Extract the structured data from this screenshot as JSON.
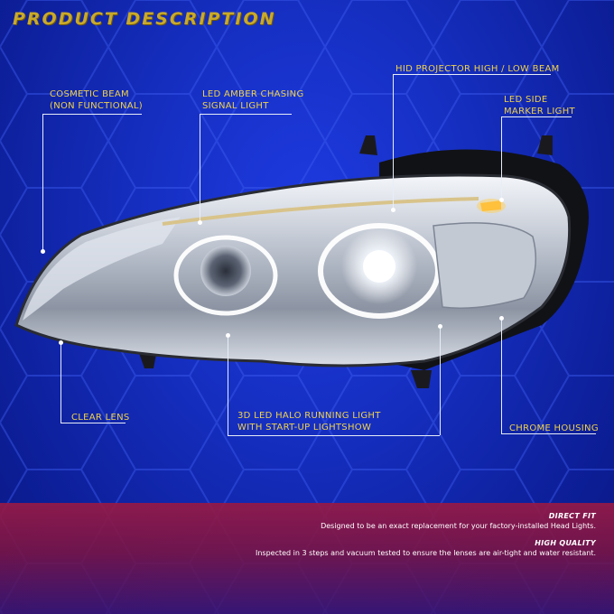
{
  "title": "PRODUCT DESCRIPTION",
  "callouts": {
    "cosmetic_beam": [
      "COSMETIC BEAM",
      "(NON FUNCTIONAL)"
    ],
    "led_amber": [
      "LED AMBER CHASING",
      "SIGNAL LIGHT"
    ],
    "hid_projector": [
      "HID PROJECTOR HIGH / LOW BEAM"
    ],
    "led_side_marker": [
      "LED SIDE",
      "MARKER LIGHT"
    ],
    "clear_lens": [
      "CLEAR LENS"
    ],
    "halo": [
      "3D LED HALO RUNNING LIGHT",
      "WITH START-UP LIGHTSHOW"
    ],
    "chrome_housing": [
      "CHROME HOUSING"
    ]
  },
  "features": {
    "direct_fit_title": "DIRECT FIT",
    "direct_fit_text": "Designed to be an exact replacement for your factory-installed Head Lights.",
    "quality_title": "HIGH QUALITY",
    "quality_text": "Inspected in 3 steps and vacuum tested to ensure the lenses are air-tight and water resistant."
  },
  "colors": {
    "background": "#1630c4",
    "label": "#f1d24a",
    "title": "#c9a92a",
    "banner": "#96194a",
    "amber_led": "#ffb020"
  }
}
